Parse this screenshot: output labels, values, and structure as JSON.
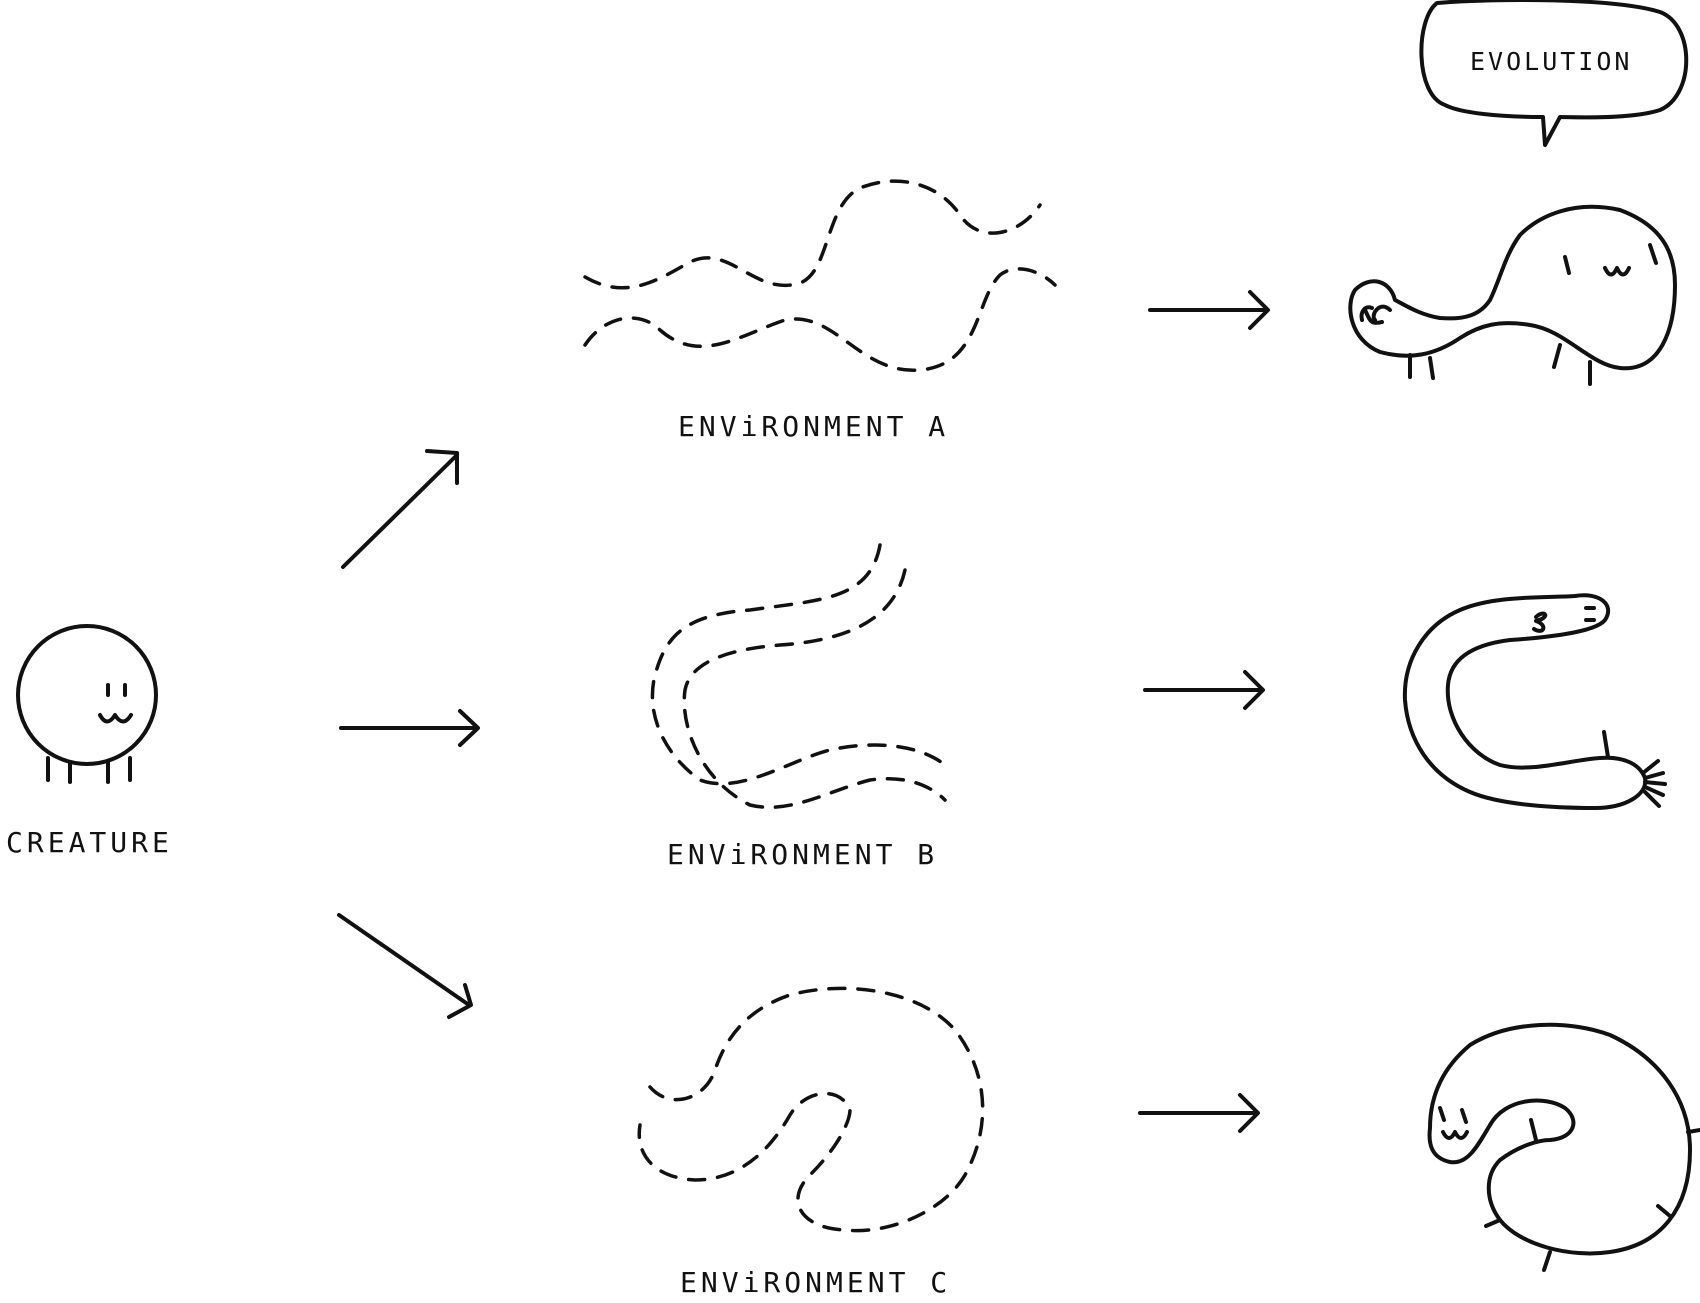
{
  "creature": {
    "label": "CREATURE"
  },
  "environments": [
    {
      "label": "ENViRONMENT A"
    },
    {
      "label": "ENViRONMENT B"
    },
    {
      "label": "ENViRONMENT C"
    }
  ],
  "speech_bubble": {
    "text": "EVOLUTION"
  },
  "colors": {
    "ink": "#111111",
    "background": "#ffffff"
  }
}
